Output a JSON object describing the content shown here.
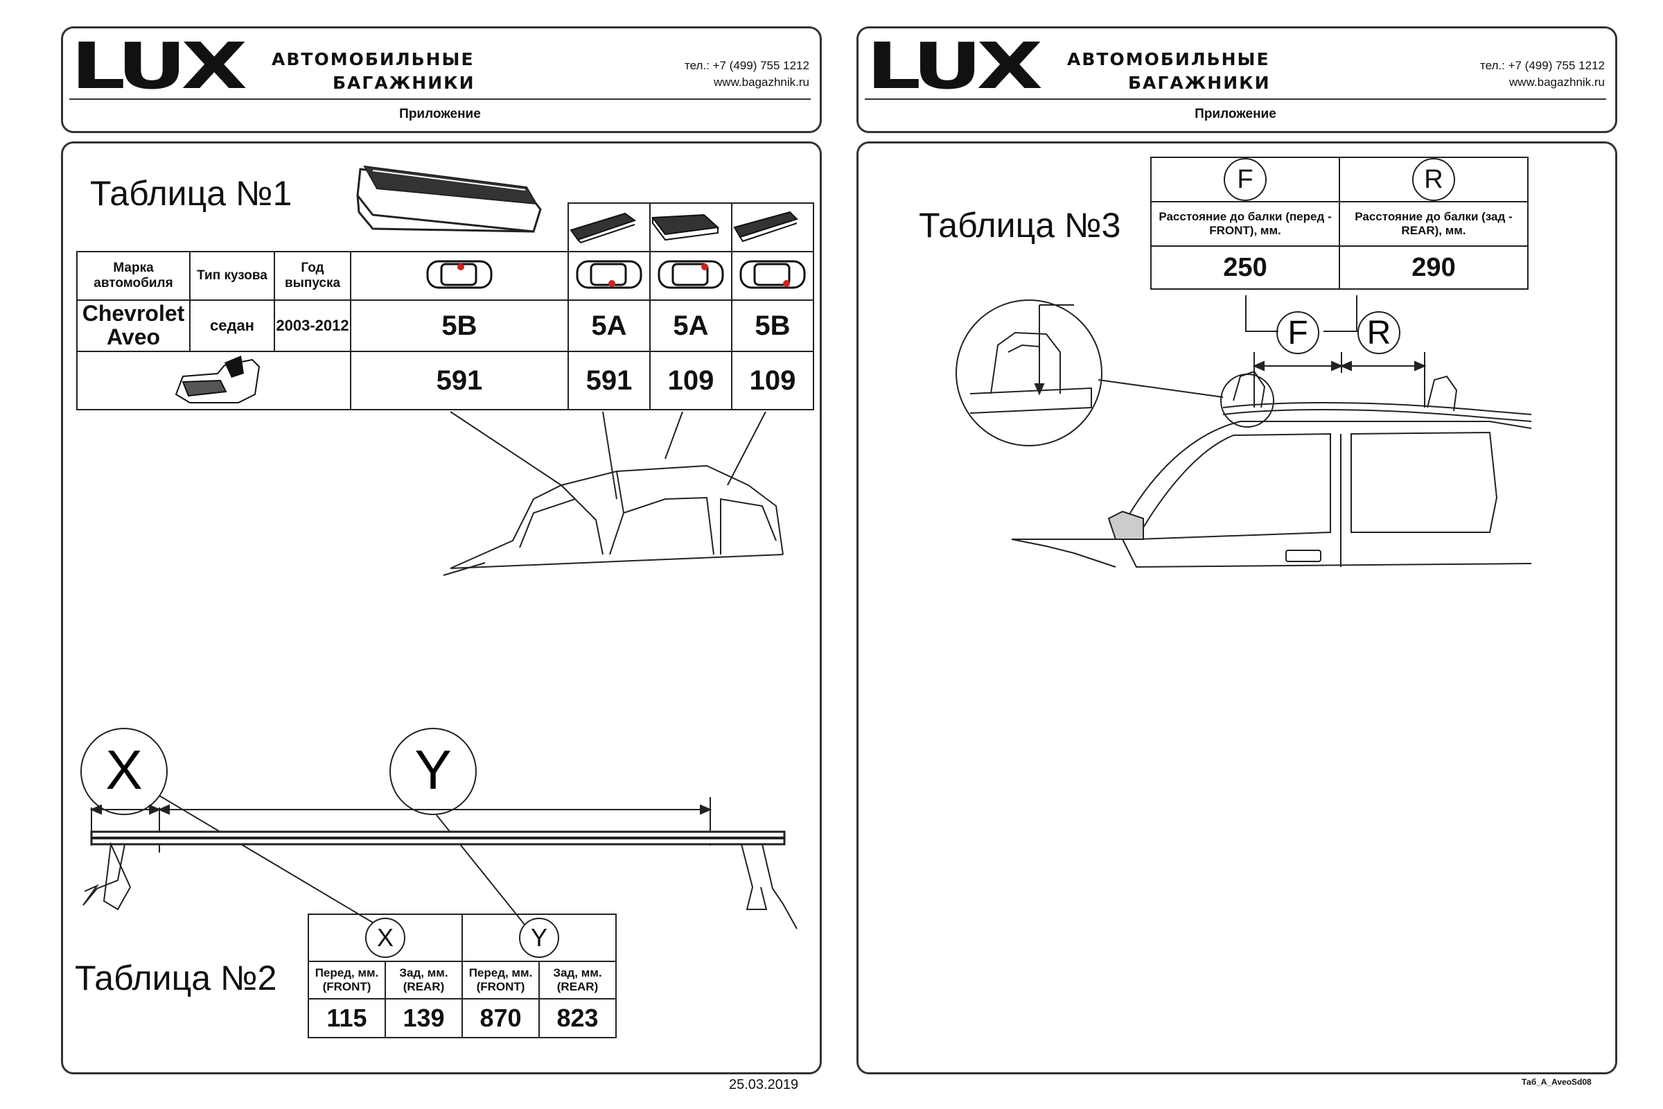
{
  "brand": {
    "logo": "LUX",
    "subtitle_line1": "АВТОМОБИЛЬНЫЕ",
    "subtitle_line2": "БАГАЖНИКИ",
    "phone": "тел.: +7 (499) 755 1212",
    "website": "www.bagazhnik.ru",
    "section_label": "Приложение"
  },
  "table1": {
    "title": "Таблица №1",
    "headers": {
      "brand": "Марка автомобиля",
      "body": "Тип кузова",
      "year": "Год выпуска"
    },
    "car": {
      "brand": "Chevrolet Aveo",
      "body": "седан",
      "year": "2003-2012"
    },
    "kits": [
      "5B",
      "5A",
      "5A",
      "5B"
    ],
    "codes": [
      "591",
      "591",
      "109",
      "109"
    ]
  },
  "table2": {
    "title": "Таблица №2",
    "labels": {
      "x": "X",
      "y": "Y"
    },
    "headers": [
      "Перед, мм. (FRONT)",
      "Зад, мм. (REAR)",
      "Перед, мм. (FRONT)",
      "Зад, мм. (REAR)"
    ],
    "values": [
      "115",
      "139",
      "870",
      "823"
    ]
  },
  "table3": {
    "title": "Таблица №3",
    "labels": {
      "f": "F",
      "r": "R"
    },
    "headers": [
      "Расстояние до балки (перед - FRONT), мм.",
      "Расстояние до балки (зад - REAR), мм."
    ],
    "values": [
      "250",
      "290"
    ]
  },
  "footer": {
    "date": "25.03.2019",
    "doc_code": "Таб_A_AveoSd08"
  }
}
